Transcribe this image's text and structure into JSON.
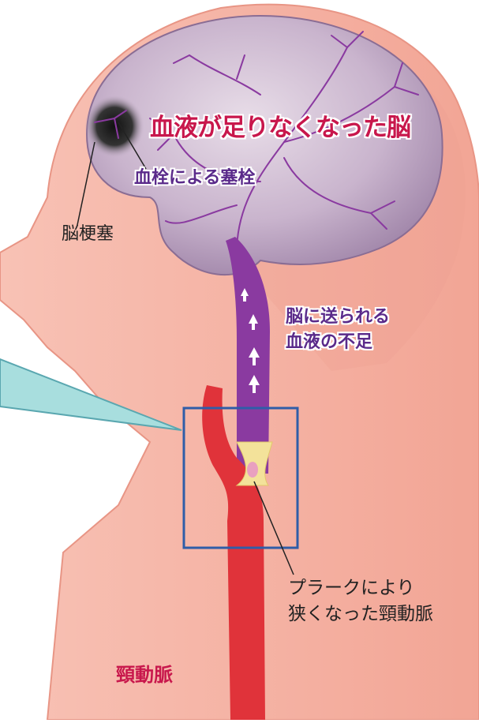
{
  "labels": {
    "brain_title": "血液が足りなくなった脳",
    "embolism": "血栓による塞栓",
    "infarction": "脳梗塞",
    "shortage_line1": "脳に送られる",
    "shortage_line2": "血液の不足",
    "plaque_line1": "プラークにより",
    "plaque_line2": "狭くなった頸動脈",
    "carotid": "頸動脈"
  },
  "colors": {
    "skin": "#f6b3a6",
    "skin_edge": "#e89585",
    "brain": "#b8a3bd",
    "vessel": "#8a3aa0",
    "artery": "#e0333a",
    "plaque": "#f3e29a",
    "box": "#2f5da8",
    "callout": "#a8dede"
  }
}
